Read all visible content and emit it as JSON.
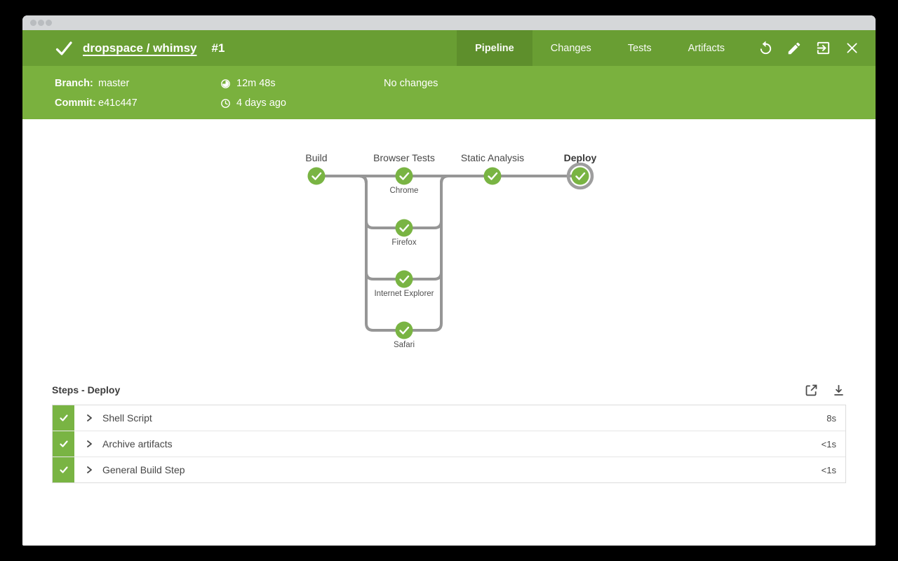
{
  "colors": {
    "header_green": "#699e33",
    "header_tab_active_green": "#5e8f2c",
    "subheader_green": "#7ab13e",
    "success_green": "#79b443",
    "connector_gray": "#969696",
    "selected_ring_gray": "#9e9e9e"
  },
  "header": {
    "status": "success",
    "title_link": "dropspace / whimsy",
    "run_number": "#1",
    "tabs": [
      {
        "label": "Pipeline",
        "active": true
      },
      {
        "label": "Changes",
        "active": false
      },
      {
        "label": "Tests",
        "active": false
      },
      {
        "label": "Artifacts",
        "active": false
      }
    ],
    "actions": [
      {
        "name": "rerun"
      },
      {
        "name": "edit"
      },
      {
        "name": "go-to-classic"
      },
      {
        "name": "close"
      }
    ]
  },
  "subheader": {
    "branch_label": "Branch:",
    "branch_value": "master",
    "commit_label": "Commit:",
    "commit_value": "e41c447",
    "duration": "12m 48s",
    "completed_ago": "4 days ago",
    "changes_text": "No changes"
  },
  "pipeline": {
    "stages": [
      "Build",
      "Browser Tests",
      "Static Analysis",
      "Deploy"
    ],
    "parallel_branches": [
      "Chrome",
      "Firefox",
      "Internet Explorer",
      "Safari"
    ],
    "selected_stage": "Deploy",
    "all_nodes_status": "success"
  },
  "steps": {
    "heading": "Steps - Deploy",
    "rows": [
      {
        "status": "success",
        "name": "Shell Script",
        "duration": "8s"
      },
      {
        "status": "success",
        "name": "Archive artifacts",
        "duration": "<1s"
      },
      {
        "status": "success",
        "name": "General Build Step",
        "duration": "<1s"
      }
    ]
  }
}
